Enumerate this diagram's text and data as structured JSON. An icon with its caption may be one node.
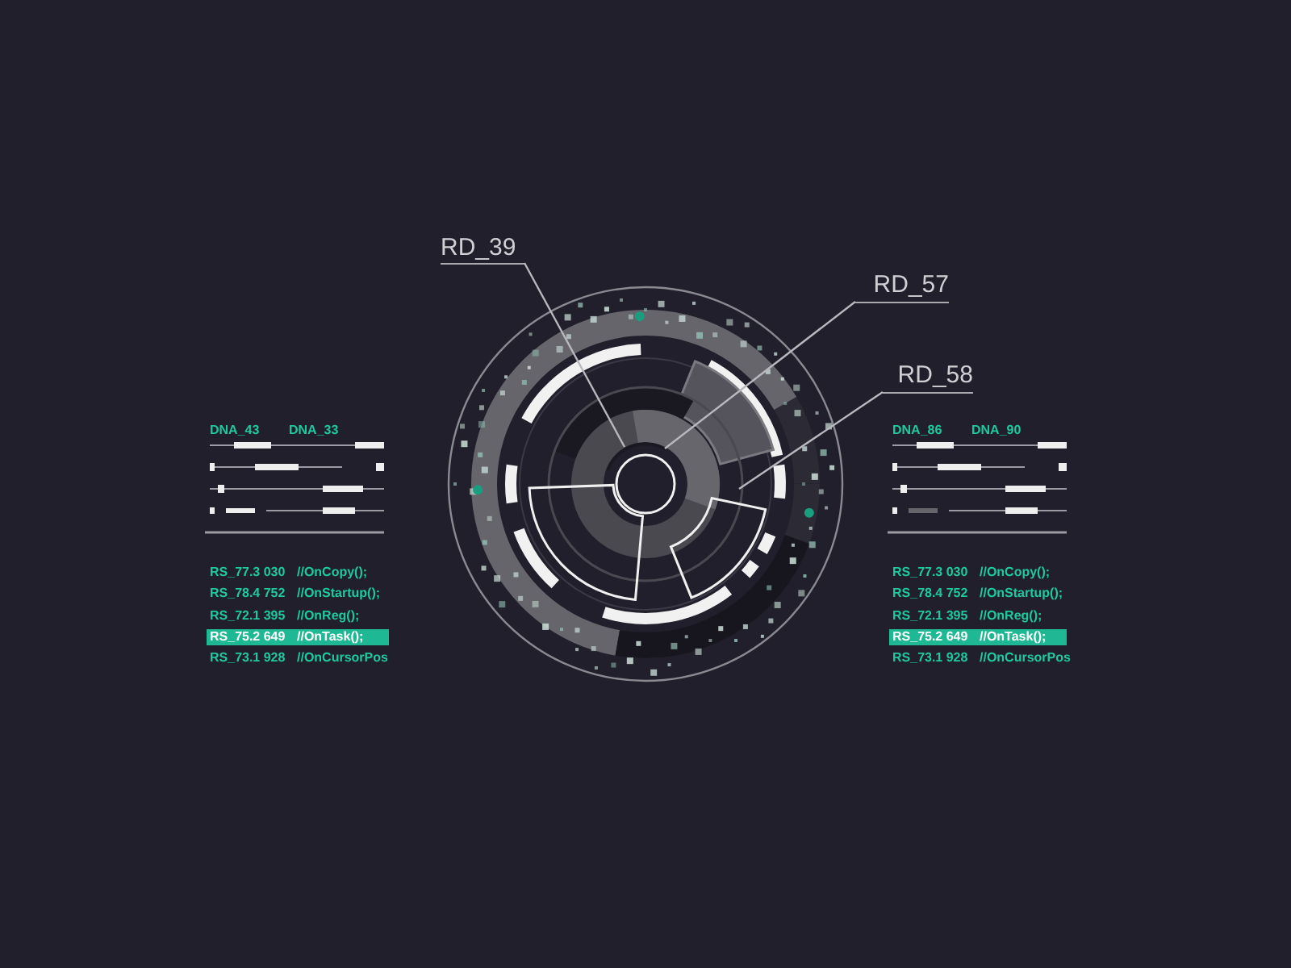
{
  "diagram": {
    "nodes": [
      {
        "text": [
          "RD_39"
        ]
      },
      {
        "text": [
          "RD_57"
        ]
      },
      {
        "text": [
          "RD_58"
        ]
      }
    ],
    "edges": [
      {
        "from": 0,
        "to": null,
        "arrow": "none"
      },
      {
        "from": 1,
        "to": null,
        "arrow": "none"
      },
      {
        "from": 2,
        "to": null,
        "arrow": "none"
      }
    ],
    "labels": [
      "DNA_43",
      "DNA_33",
      "RS_77.3 030",
      "//OnCopy();",
      "RS_78.4 752",
      "//OnStartup();",
      "RS_72.1 395",
      "//OnReg();",
      "RS_75.2 649",
      "//OnTask();",
      "RS_73.1 928",
      "//OnCursorPos",
      "DNA_86",
      "DNA_90",
      "RS_77.3 030",
      "//OnCopy();",
      "RS_78.4 752",
      "//OnStartup();",
      "RS_72.1 395",
      "//OnReg();",
      "RS_75.2 649",
      "//OnTask();",
      "RS_73.1 928",
      "//OnCursorPos"
    ]
  }
}
